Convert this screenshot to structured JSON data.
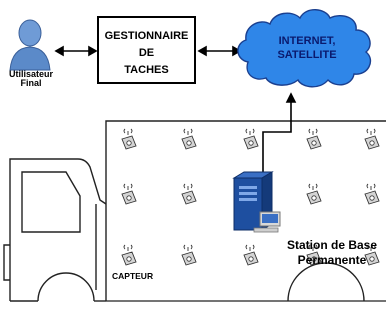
{
  "user": {
    "label_line1": "Utilisateur",
    "label_line2": "Final"
  },
  "task_manager": {
    "line1": "GESTIONNAIRE",
    "line2": "DE",
    "line3": "TACHES"
  },
  "cloud": {
    "line1": "INTERNET,",
    "line2": "SATELLITE"
  },
  "base_station": {
    "line1": "Station de Base",
    "line2": "Permanente"
  },
  "sensor_label": "CAPTEUR",
  "colors": {
    "cloud_fill": "#2f86e8",
    "cloud_text": "#0a1a6e",
    "user_icon": "#5b8ac9",
    "server": "#1e4fa0",
    "line": "#000000",
    "sensor_body": "#cfcfcf"
  },
  "sensor_grid": {
    "rows": 3,
    "cols": 5
  }
}
